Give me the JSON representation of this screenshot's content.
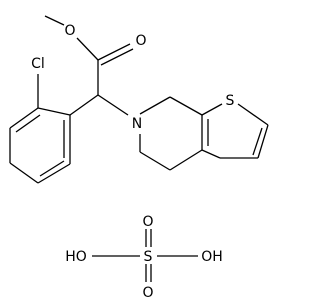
{
  "molecule": {
    "labels": {
      "ester_o_single": "O",
      "ester_o_double": "O",
      "chlorine": "Cl",
      "ring_nitrogen": "N",
      "sulfur": "S",
      "sulfate_s": "S",
      "sulfate_o_top": "O",
      "sulfate_o_bottom": "O",
      "sulfate_oh_left": "HO",
      "sulfate_oh_right": "OH"
    }
  }
}
